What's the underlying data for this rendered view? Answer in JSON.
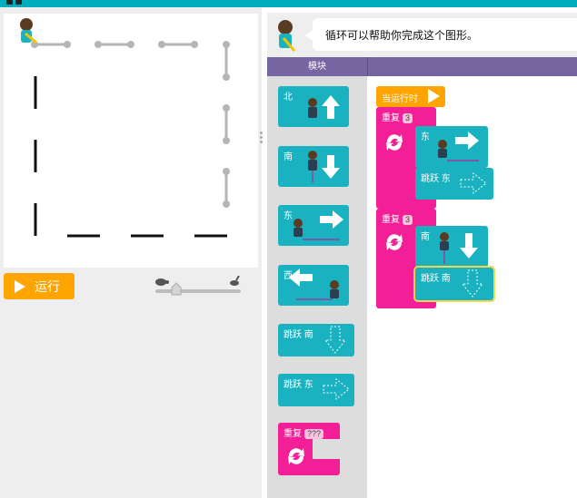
{
  "instructions": {
    "text": "循环可以帮助你完成这个图形。"
  },
  "workspace": {
    "header_label": "模块"
  },
  "controls": {
    "run_label": "运行"
  },
  "toolbox": [
    {
      "label": "北"
    },
    {
      "label": "南"
    },
    {
      "label": "东"
    },
    {
      "label": "西"
    },
    {
      "label": "跳跃 南"
    },
    {
      "label": "跳跃 东"
    },
    {
      "label": "重复",
      "count": "???"
    }
  ],
  "program": {
    "start_label": "当运行时",
    "loop1": {
      "label": "重复",
      "count": "3",
      "move_label": "东",
      "jump_label": "跳跃 东"
    },
    "loop2": {
      "label": "重复",
      "count": "3",
      "move_label": "南",
      "jump_label": "跳跃 南"
    }
  },
  "colors": {
    "accent": "#00adbc",
    "block_teal": "#1ab2c0",
    "block_pink": "#f31f96",
    "block_orange": "#ffa400",
    "header": "#7665a0"
  }
}
